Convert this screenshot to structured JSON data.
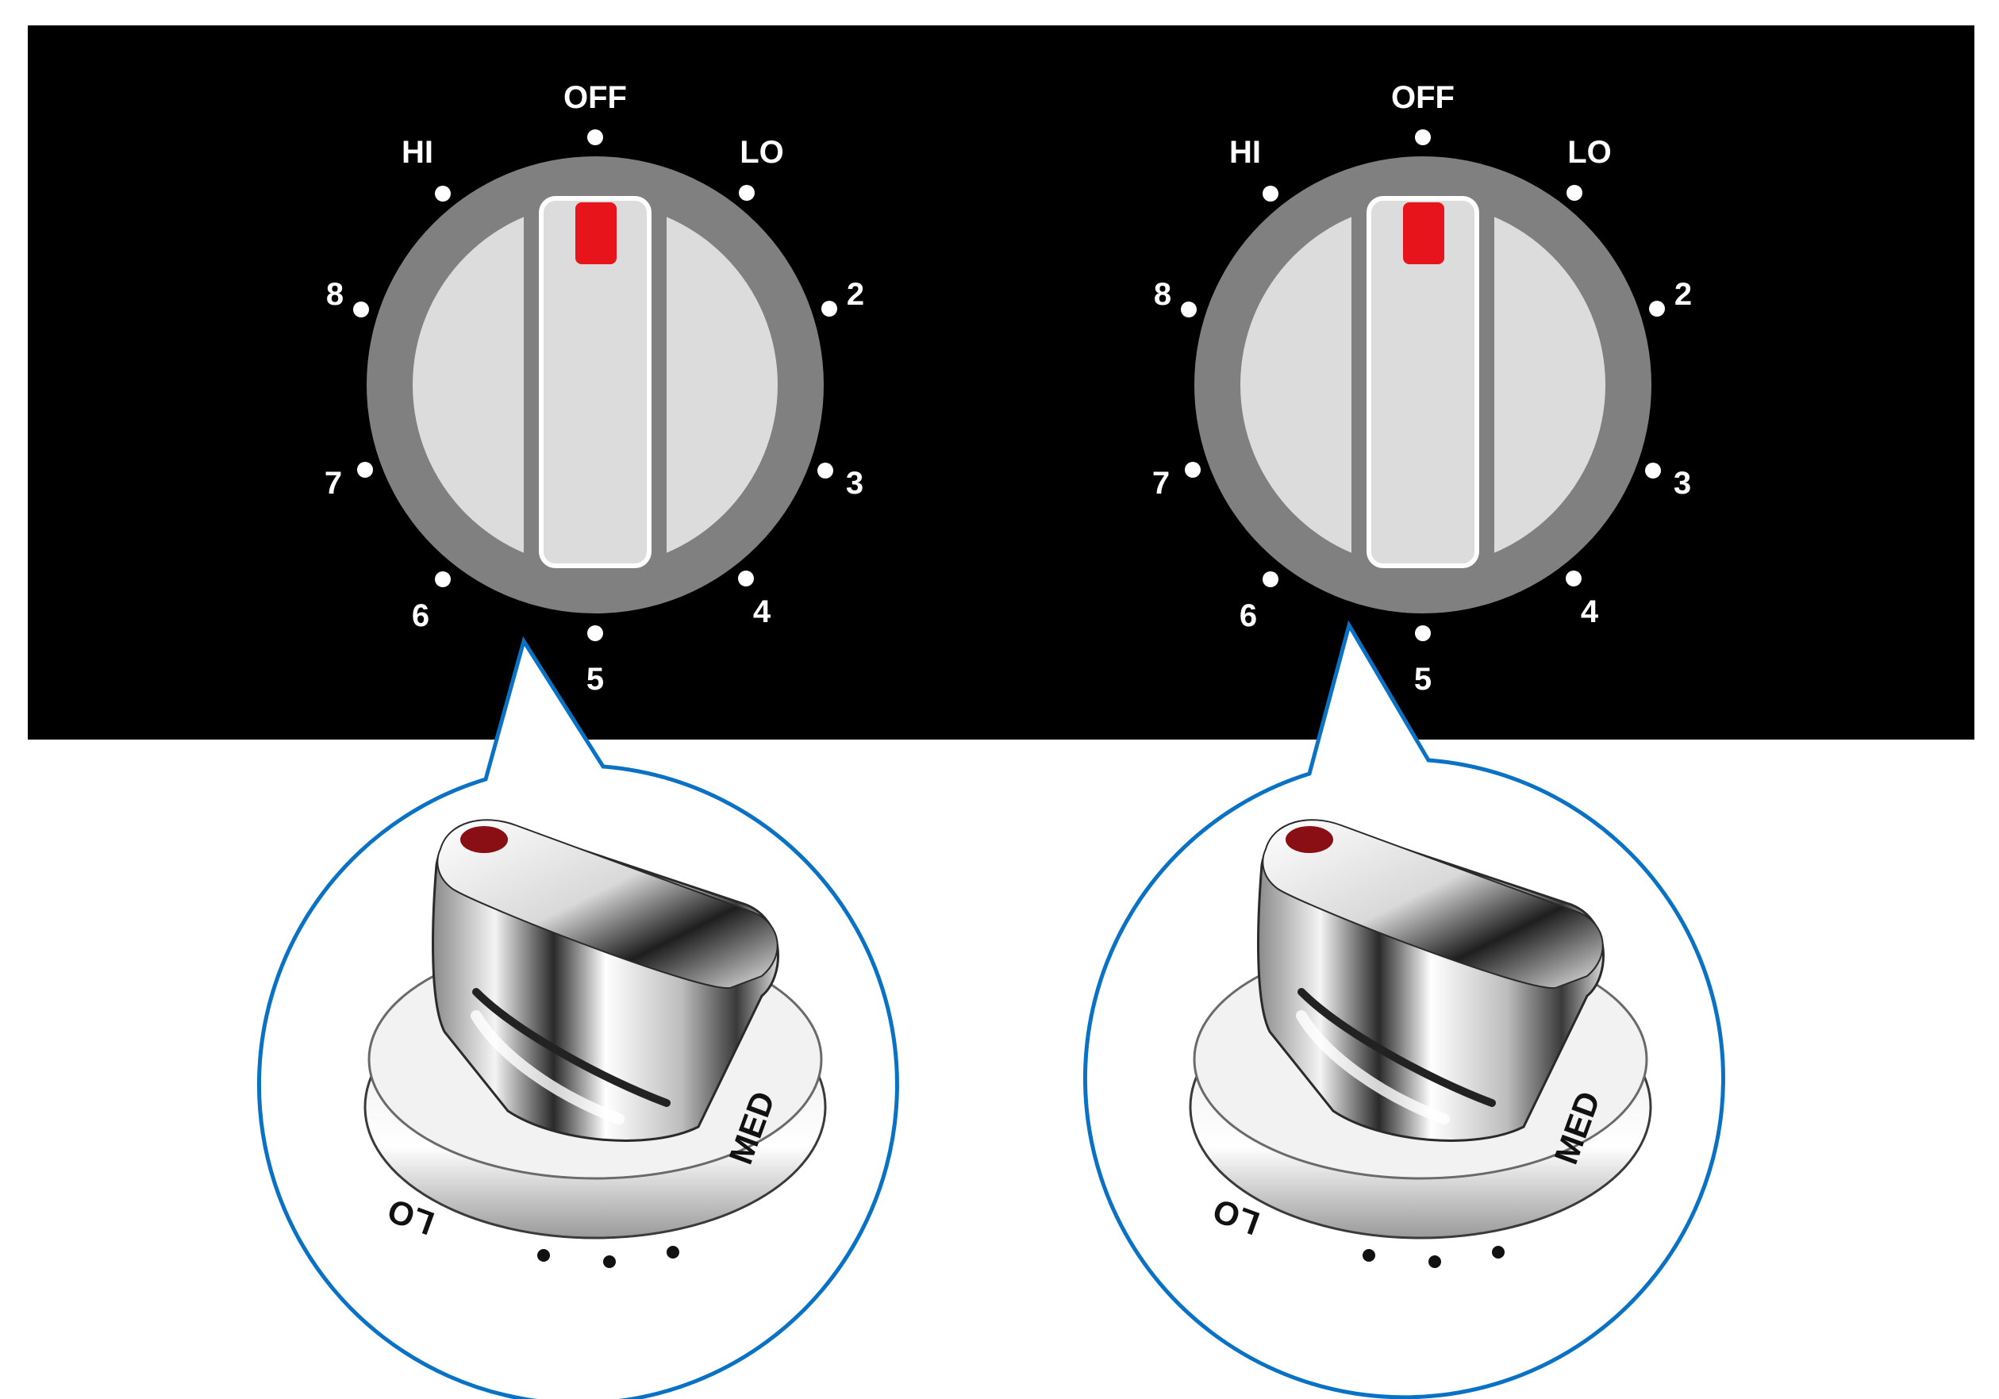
{
  "panel": {
    "background_color": "#000000",
    "text_color": "#ffffff"
  },
  "knobs": [
    {
      "dial_labels": [
        "OFF",
        "LO",
        "2",
        "3",
        "4",
        "5",
        "6",
        "7",
        "8",
        "HI"
      ],
      "indicator_position": "OFF",
      "indicator_color": "#e8141b",
      "ring_color": "#808080",
      "face_color": "#dcdcdc",
      "callout_color": "#0a72c4",
      "photo_engravings": {
        "left": "LO",
        "right": "MED"
      }
    },
    {
      "dial_labels": [
        "OFF",
        "LO",
        "2",
        "3",
        "4",
        "5",
        "6",
        "7",
        "8",
        "HI"
      ],
      "indicator_position": "OFF",
      "indicator_color": "#e8141b",
      "ring_color": "#808080",
      "face_color": "#dcdcdc",
      "callout_color": "#0a72c4",
      "photo_engravings": {
        "left": "LO",
        "right": "MED"
      }
    }
  ]
}
